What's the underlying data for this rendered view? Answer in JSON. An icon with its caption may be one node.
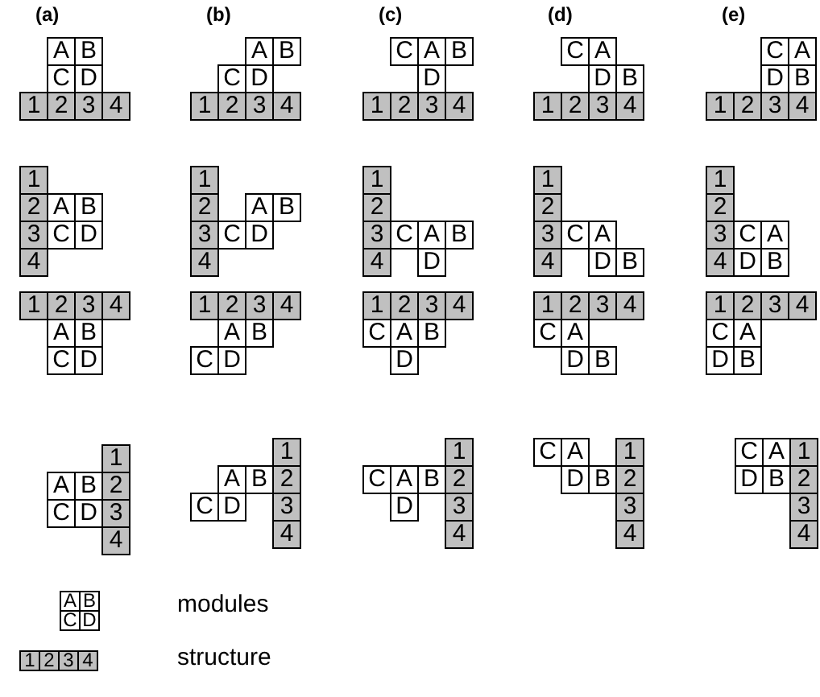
{
  "diagram": {
    "nodes": [
      {
        "text": [
          "A"
        ]
      },
      {
        "text": [
          "B"
        ]
      },
      {
        "text": [
          "C"
        ]
      },
      {
        "text": [
          "D"
        ]
      },
      {
        "text": [
          "1"
        ]
      },
      {
        "text": [
          "2"
        ]
      },
      {
        "text": [
          "3"
        ]
      },
      {
        "text": [
          "4"
        ]
      },
      {
        "text": [
          "A"
        ]
      },
      {
        "text": [
          "B"
        ]
      },
      {
        "text": [
          "C"
        ]
      },
      {
        "text": [
          "D"
        ]
      },
      {
        "text": [
          "1"
        ]
      },
      {
        "text": [
          "2"
        ]
      },
      {
        "text": [
          "3"
        ]
      },
      {
        "text": [
          "4"
        ]
      },
      {
        "text": [
          "C"
        ]
      },
      {
        "text": [
          "A"
        ]
      },
      {
        "text": [
          "B"
        ]
      },
      {
        "text": [
          "D"
        ]
      },
      {
        "text": [
          "1"
        ]
      },
      {
        "text": [
          "2"
        ]
      },
      {
        "text": [
          "3"
        ]
      },
      {
        "text": [
          "4"
        ]
      },
      {
        "text": [
          "C"
        ]
      },
      {
        "text": [
          "A"
        ]
      },
      {
        "text": [
          "D"
        ]
      },
      {
        "text": [
          "B"
        ]
      },
      {
        "text": [
          "1"
        ]
      },
      {
        "text": [
          "2"
        ]
      },
      {
        "text": [
          "3"
        ]
      },
      {
        "text": [
          "4"
        ]
      },
      {
        "text": [
          "C"
        ]
      },
      {
        "text": [
          "A"
        ]
      },
      {
        "text": [
          "D"
        ]
      },
      {
        "text": [
          "B"
        ]
      },
      {
        "text": [
          "1"
        ]
      },
      {
        "text": [
          "2"
        ]
      },
      {
        "text": [
          "3"
        ]
      },
      {
        "text": [
          "4"
        ]
      },
      {
        "text": [
          "1"
        ]
      },
      {
        "text": [
          "2"
        ]
      },
      {
        "text": [
          "A"
        ]
      },
      {
        "text": [
          "B"
        ]
      },
      {
        "text": [
          "3"
        ]
      },
      {
        "text": [
          "C"
        ]
      },
      {
        "text": [
          "D"
        ]
      },
      {
        "text": [
          "4"
        ]
      },
      {
        "text": [
          "1"
        ]
      },
      {
        "text": [
          "2"
        ]
      },
      {
        "text": [
          "A"
        ]
      },
      {
        "text": [
          "B"
        ]
      },
      {
        "text": [
          "3"
        ]
      },
      {
        "text": [
          "C"
        ]
      },
      {
        "text": [
          "D"
        ]
      },
      {
        "text": [
          "4"
        ]
      },
      {
        "text": [
          "1"
        ]
      },
      {
        "text": [
          "2"
        ]
      },
      {
        "text": [
          "3"
        ]
      },
      {
        "text": [
          "C"
        ]
      },
      {
        "text": [
          "A"
        ]
      },
      {
        "text": [
          "B"
        ]
      },
      {
        "text": [
          "4"
        ]
      },
      {
        "text": [
          "D"
        ]
      },
      {
        "text": [
          "1"
        ]
      },
      {
        "text": [
          "2"
        ]
      },
      {
        "text": [
          "3"
        ]
      },
      {
        "text": [
          "C"
        ]
      },
      {
        "text": [
          "A"
        ]
      },
      {
        "text": [
          "4"
        ]
      },
      {
        "text": [
          "D"
        ]
      },
      {
        "text": [
          "B"
        ]
      },
      {
        "text": [
          "1"
        ]
      },
      {
        "text": [
          "2"
        ]
      },
      {
        "text": [
          "3"
        ]
      },
      {
        "text": [
          "C"
        ]
      },
      {
        "text": [
          "A"
        ]
      },
      {
        "text": [
          "4"
        ]
      },
      {
        "text": [
          "D"
        ]
      },
      {
        "text": [
          "B"
        ]
      },
      {
        "text": [
          "1"
        ]
      },
      {
        "text": [
          "2"
        ]
      },
      {
        "text": [
          "3"
        ]
      },
      {
        "text": [
          "4"
        ]
      },
      {
        "text": [
          "A"
        ]
      },
      {
        "text": [
          "B"
        ]
      },
      {
        "text": [
          "C"
        ]
      },
      {
        "text": [
          "D"
        ]
      },
      {
        "text": [
          "1"
        ]
      },
      {
        "text": [
          "2"
        ]
      },
      {
        "text": [
          "3"
        ]
      },
      {
        "text": [
          "4"
        ]
      },
      {
        "text": [
          "A"
        ]
      },
      {
        "text": [
          "B"
        ]
      },
      {
        "text": [
          "C"
        ]
      },
      {
        "text": [
          "D"
        ]
      },
      {
        "text": [
          "1"
        ]
      },
      {
        "text": [
          "2"
        ]
      },
      {
        "text": [
          "3"
        ]
      },
      {
        "text": [
          "4"
        ]
      },
      {
        "text": [
          "C"
        ]
      },
      {
        "text": [
          "A"
        ]
      },
      {
        "text": [
          "B"
        ]
      },
      {
        "text": [
          "D"
        ]
      },
      {
        "text": [
          "1"
        ]
      },
      {
        "text": [
          "2"
        ]
      },
      {
        "text": [
          "3"
        ]
      },
      {
        "text": [
          "4"
        ]
      },
      {
        "text": [
          "C"
        ]
      },
      {
        "text": [
          "A"
        ]
      },
      {
        "text": [
          "D"
        ]
      },
      {
        "text": [
          "B"
        ]
      },
      {
        "text": [
          "1"
        ]
      },
      {
        "text": [
          "2"
        ]
      },
      {
        "text": [
          "3"
        ]
      },
      {
        "text": [
          "4"
        ]
      },
      {
        "text": [
          "C"
        ]
      },
      {
        "text": [
          "A"
        ]
      },
      {
        "text": [
          "D"
        ]
      },
      {
        "text": [
          "B"
        ]
      },
      {
        "text": [
          "1"
        ]
      },
      {
        "text": [
          "A"
        ]
      },
      {
        "text": [
          "B"
        ]
      },
      {
        "text": [
          "2"
        ]
      },
      {
        "text": [
          "C"
        ]
      },
      {
        "text": [
          "D"
        ]
      },
      {
        "text": [
          "3"
        ]
      },
      {
        "text": [
          "4"
        ]
      },
      {
        "text": [
          "1"
        ]
      },
      {
        "text": [
          "A"
        ]
      },
      {
        "text": [
          "B"
        ]
      },
      {
        "text": [
          "2"
        ]
      },
      {
        "text": [
          "C"
        ]
      },
      {
        "text": [
          "D"
        ]
      },
      {
        "text": [
          "3"
        ]
      },
      {
        "text": [
          "4"
        ]
      },
      {
        "text": [
          "1"
        ]
      },
      {
        "text": [
          "C"
        ]
      },
      {
        "text": [
          "A"
        ]
      },
      {
        "text": [
          "B"
        ]
      },
      {
        "text": [
          "2"
        ]
      },
      {
        "text": [
          "D"
        ]
      },
      {
        "text": [
          "3"
        ]
      },
      {
        "text": [
          "4"
        ]
      },
      {
        "text": [
          "C"
        ]
      },
      {
        "text": [
          "A"
        ]
      },
      {
        "text": [
          "1"
        ]
      },
      {
        "text": [
          "D"
        ]
      },
      {
        "text": [
          "B"
        ]
      },
      {
        "text": [
          "2"
        ]
      },
      {
        "text": [
          "3"
        ]
      },
      {
        "text": [
          "4"
        ]
      },
      {
        "text": [
          "C"
        ]
      },
      {
        "text": [
          "A"
        ]
      },
      {
        "text": [
          "1"
        ]
      },
      {
        "text": [
          "D"
        ]
      },
      {
        "text": [
          "B"
        ]
      },
      {
        "text": [
          "2"
        ]
      },
      {
        "text": [
          "3"
        ]
      },
      {
        "text": [
          "4"
        ]
      },
      {
        "text": [
          "A"
        ]
      },
      {
        "text": [
          "B"
        ]
      },
      {
        "text": [
          "C"
        ]
      },
      {
        "text": [
          "D"
        ]
      },
      {
        "text": [
          "1"
        ]
      },
      {
        "text": [
          "2"
        ]
      },
      {
        "text": [
          "3"
        ]
      },
      {
        "text": [
          "4"
        ]
      }
    ],
    "labels": [
      "(a)",
      "(b)",
      "(c)",
      "(d)",
      "(e)"
    ],
    "legend": [
      {
        "text": "modules"
      },
      {
        "text": "structure"
      }
    ]
  }
}
